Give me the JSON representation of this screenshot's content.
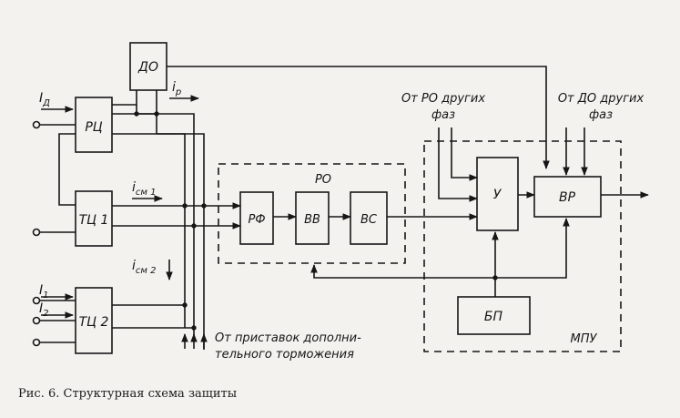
{
  "caption": "Рис. 6. Структурная схема защиты",
  "blocks": {
    "do": "ДО",
    "rts": "РЦ",
    "tts1": "ТЦ 1",
    "tts2": "ТЦ 2",
    "rf": "РФ",
    "vv": "ВВ",
    "vs": "ВС",
    "u": "У",
    "vr": "ВР",
    "bp": "БП"
  },
  "groups": {
    "ro": "РО",
    "mpu": "МПУ"
  },
  "labels": {
    "i_d": "I",
    "i_d_sub": "Д",
    "i_r": "i",
    "i_r_sub": "р",
    "i_sm1": "i",
    "i_sm1_sub": "см 1",
    "i_sm2": "i",
    "i_sm2_sub": "см 2",
    "i1": "I",
    "i1_sub": "1",
    "i2": "I",
    "i2_sub": "2",
    "ro_other_line1": "От РО других",
    "ro_other_line2": "фаз",
    "do_other_line1": "От ДО других",
    "do_other_line2": "фаз",
    "extra_line1": "От приставок дополни-",
    "extra_line2": "тельного торможения"
  }
}
